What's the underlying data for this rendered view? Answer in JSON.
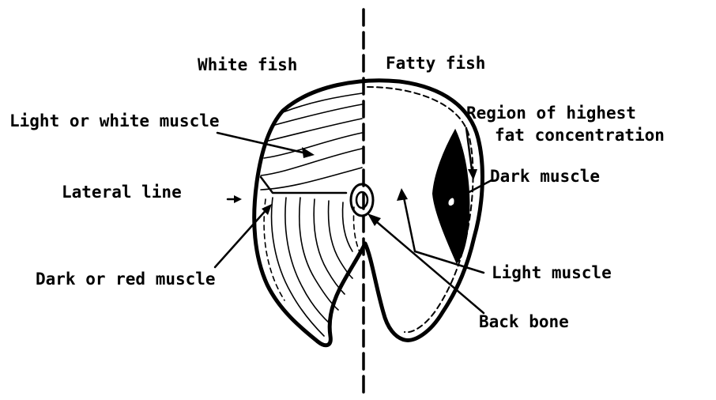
{
  "headings": {
    "left": "White fish",
    "right": "Fatty fish"
  },
  "labels": {
    "light_white_muscle": "Light or white muscle",
    "lateral_line": "Lateral line",
    "dark_red_muscle": "Dark or red muscle",
    "highest_fat_line1": "Region of highest",
    "highest_fat_line2": "fat concentration",
    "dark_muscle": "Dark muscle",
    "light_muscle": "Light muscle",
    "back_bone": "Back bone"
  },
  "colors": {
    "ink": "#000000",
    "background": "#ffffff"
  }
}
